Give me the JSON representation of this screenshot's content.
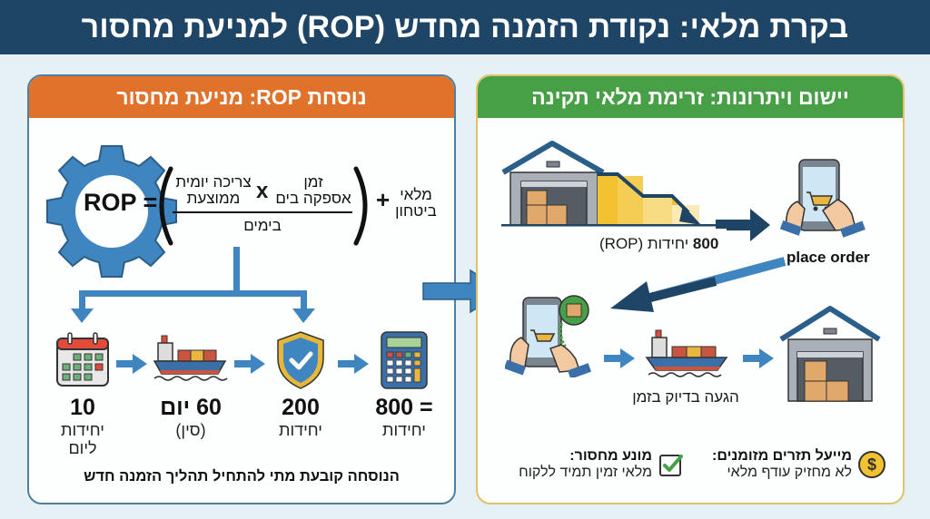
{
  "title": "בקרת מלאי: נקודת הזמנה מחדש (ROP) למניעת מחסור",
  "left_panel": {
    "header": "נוסחת ROP: מניעת מחסור",
    "formula": {
      "lhs": "ROP =",
      "term_demand_line1": "צריכה יומית",
      "term_demand_line2": "ממוצעת",
      "multiply": "x",
      "term_lead_line1": "זמן",
      "term_lead_line2": "אספקה בים",
      "denominator": "בימים",
      "plus": "+",
      "safety_line1": "מלאי",
      "safety_line2": "ביטחון"
    },
    "steps": [
      {
        "icon": "calendar-icon",
        "value": "10",
        "label_line1": "יחידות",
        "label_line2": "ליום"
      },
      {
        "icon": "cargo-ship-icon",
        "value": "60 יום",
        "label_line1": "(סין)",
        "label_line2": ""
      },
      {
        "icon": "shield-check-icon",
        "value": "200",
        "label_line1": "יחידות",
        "label_line2": ""
      },
      {
        "icon": "calculator-icon",
        "value": "= 800",
        "label_line1": "יחידות",
        "label_line2": ""
      }
    ],
    "footer_note": "הנוסחה קובעת מתי להתחיל תהליך הזמנה חדש"
  },
  "right_panel": {
    "header": "יישום ויתרונות: זרימת מלאי תקינה",
    "rop_value": "800",
    "rop_caption": "יחידות (ROP)",
    "place_order": "place order",
    "arrival_caption": "הגעה בדיוק בזמן",
    "benefits": [
      {
        "icon": "dollar-coin-icon",
        "title": "מייעל תזרים מזומנים:",
        "text": "לא מחזיק עודף מלאי"
      },
      {
        "icon": "checkbox-check-icon",
        "title": "מונע מחסור:",
        "text": "מלאי זמין תמיד ללקוח"
      }
    ]
  },
  "colors": {
    "title_bg": "#1f4566",
    "left_header": "#e0722c",
    "right_header": "#47a045",
    "accent_blue": "#3f85bf",
    "dark_blue": "#1f4566",
    "stock_yellow": "#f2c230"
  }
}
